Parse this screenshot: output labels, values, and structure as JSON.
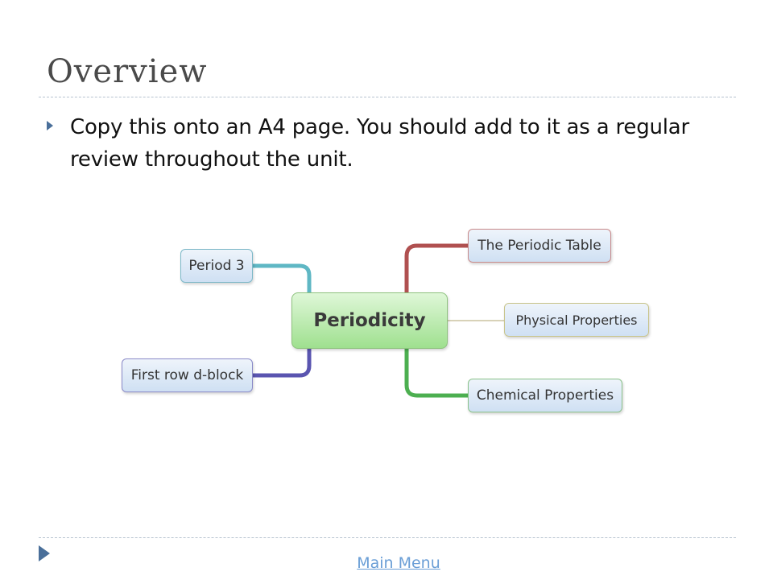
{
  "slide": {
    "title": "Overview",
    "bullet": "Copy this onto an A4 page. You should add to it as a regular review throughout the unit."
  },
  "mindmap": {
    "center": "Periodicity",
    "left_nodes": [
      "Period 3",
      "First row d-block"
    ],
    "right_nodes": [
      "The Periodic Table",
      "Physical Properties",
      "Chemical Properties"
    ],
    "colors": {
      "center_fill": "#9fe08f",
      "period3_link": "#5fb7c4",
      "dblock_link": "#5a55b0",
      "ptable_link": "#b05050",
      "phys_link": "#d8d2b8",
      "chem_link": "#4caf50"
    }
  },
  "footer": {
    "link": "Main Menu"
  }
}
